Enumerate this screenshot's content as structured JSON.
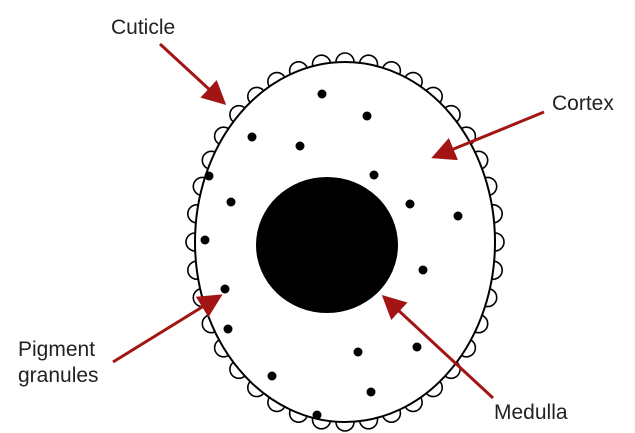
{
  "diagram": {
    "labels": {
      "cuticle": "Cuticle",
      "cortex": "Cortex",
      "pigment_line1": "Pigment",
      "pigment_line2": "granules",
      "medulla": "Medulla"
    },
    "colors": {
      "arrow": "#a31515",
      "outline": "#000000",
      "medulla_fill": "#000000",
      "granule_fill": "#000000",
      "background": "#ffffff"
    }
  }
}
